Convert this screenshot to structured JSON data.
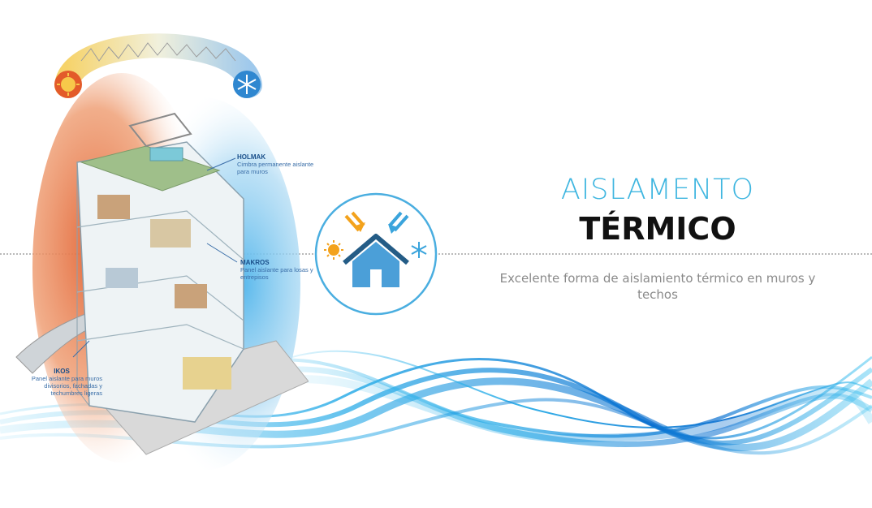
{
  "heading": {
    "line1": "AISLAMENTO",
    "line2": "TÉRMICO",
    "description": "Excelente forma de aislamiento térmico en muros y techos"
  },
  "illustration": {
    "labels": [
      {
        "name": "HOLMAK",
        "text": "Cimbra permanente aislante para muros"
      },
      {
        "name": "MAKROS",
        "text": "Panel aislante para losas y entrepisos"
      },
      {
        "name": "IKOS",
        "text": "Panel aislante para muros divisorios, fachadas y techumbres ligeras"
      }
    ]
  },
  "icons": {
    "badge": "house-insulation-icon",
    "sun": "sun-icon",
    "snowflake": "snowflake-icon"
  },
  "colors": {
    "accent_blue": "#3fb6e0",
    "warm_orange": "#e3683a",
    "title_dark": "#111111",
    "subtitle_gray": "#8a8a8a"
  }
}
